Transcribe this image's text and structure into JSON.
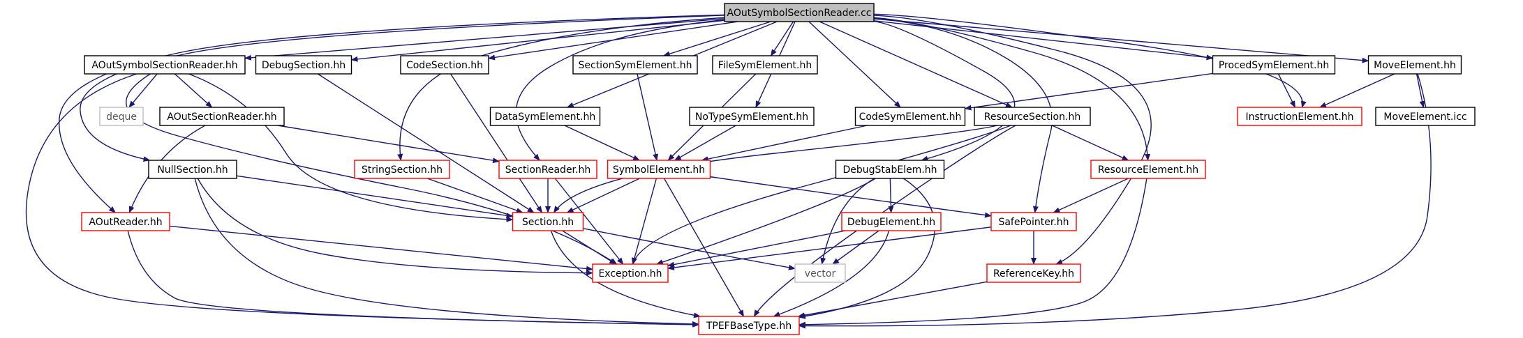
{
  "diagram": {
    "colors": {
      "edge": "#191970",
      "root_fill": "#bfbfbf",
      "root_border": "#000000",
      "normal_border": "#000000",
      "red_border": "#ff0000",
      "external_border": "#bfbfbf",
      "node_fill": "#ffffff"
    },
    "nodes": [
      {
        "id": "root",
        "label": "AOutSymbolSectionReader.cc",
        "style": "root"
      },
      {
        "id": "aosr_hh",
        "label": "AOutSymbolSectionReader.hh",
        "style": "normal"
      },
      {
        "id": "debugsection",
        "label": "DebugSection.hh",
        "style": "normal"
      },
      {
        "id": "codesection",
        "label": "CodeSection.hh",
        "style": "normal"
      },
      {
        "id": "sectionsym",
        "label": "SectionSymElement.hh",
        "style": "normal"
      },
      {
        "id": "filesym",
        "label": "FileSymElement.hh",
        "style": "normal"
      },
      {
        "id": "procedsym",
        "label": "ProcedSymElement.hh",
        "style": "normal"
      },
      {
        "id": "moveelement",
        "label": "MoveElement.hh",
        "style": "normal"
      },
      {
        "id": "deque",
        "label": "deque",
        "style": "external"
      },
      {
        "id": "aoutsectionreader",
        "label": "AOutSectionReader.hh",
        "style": "normal"
      },
      {
        "id": "datasym",
        "label": "DataSymElement.hh",
        "style": "normal"
      },
      {
        "id": "notypesym",
        "label": "NoTypeSymElement.hh",
        "style": "normal"
      },
      {
        "id": "codesym",
        "label": "CodeSymElement.hh",
        "style": "normal"
      },
      {
        "id": "resourcesection",
        "label": "ResourceSection.hh",
        "style": "normal"
      },
      {
        "id": "instructionelement",
        "label": "InstructionElement.hh",
        "style": "red"
      },
      {
        "id": "moveelement_icc",
        "label": "MoveElement.icc",
        "style": "normal"
      },
      {
        "id": "nullsection",
        "label": "NullSection.hh",
        "style": "normal"
      },
      {
        "id": "stringsection",
        "label": "StringSection.hh",
        "style": "red"
      },
      {
        "id": "sectionreader",
        "label": "SectionReader.hh",
        "style": "red"
      },
      {
        "id": "symbolelement",
        "label": "SymbolElement.hh",
        "style": "red"
      },
      {
        "id": "debugstab",
        "label": "DebugStabElem.hh",
        "style": "normal"
      },
      {
        "id": "resourceelement",
        "label": "ResourceElement.hh",
        "style": "red"
      },
      {
        "id": "aoutreader",
        "label": "AOutReader.hh",
        "style": "red"
      },
      {
        "id": "section",
        "label": "Section.hh",
        "style": "red"
      },
      {
        "id": "debugelement",
        "label": "DebugElement.hh",
        "style": "red"
      },
      {
        "id": "safepointer",
        "label": "SafePointer.hh",
        "style": "red"
      },
      {
        "id": "exception",
        "label": "Exception.hh",
        "style": "red"
      },
      {
        "id": "vector",
        "label": "vector",
        "style": "external"
      },
      {
        "id": "referencekey",
        "label": "ReferenceKey.hh",
        "style": "red"
      },
      {
        "id": "tpefbasetype",
        "label": "TPEFBaseType.hh",
        "style": "red"
      }
    ],
    "edges": [
      {
        "from": "root",
        "to": "aosr_hh"
      },
      {
        "from": "root",
        "to": "debugsection"
      },
      {
        "from": "root",
        "to": "codesection"
      },
      {
        "from": "root",
        "to": "sectionsym"
      },
      {
        "from": "root",
        "to": "filesym"
      },
      {
        "from": "root",
        "to": "procedsym"
      },
      {
        "from": "root",
        "to": "moveelement"
      },
      {
        "from": "root",
        "to": "datasym"
      },
      {
        "from": "root",
        "to": "notypesym"
      },
      {
        "from": "root",
        "to": "codesym"
      },
      {
        "from": "root",
        "to": "resourcesection"
      },
      {
        "from": "root",
        "to": "instructionelement"
      },
      {
        "from": "root",
        "to": "nullsection"
      },
      {
        "from": "root",
        "to": "stringsection"
      },
      {
        "from": "root",
        "to": "sectionreader"
      },
      {
        "from": "root",
        "to": "debugstab"
      },
      {
        "from": "root",
        "to": "resourceelement"
      },
      {
        "from": "root",
        "to": "aoutreader"
      },
      {
        "from": "root",
        "to": "safepointer"
      },
      {
        "from": "root",
        "to": "referencekey"
      },
      {
        "from": "aosr_hh",
        "to": "deque"
      },
      {
        "from": "aosr_hh",
        "to": "aoutsectionreader"
      },
      {
        "from": "aosr_hh",
        "to": "section"
      },
      {
        "from": "aosr_hh",
        "to": "exception"
      },
      {
        "from": "aosr_hh",
        "to": "tpefbasetype"
      },
      {
        "from": "aoutsectionreader",
        "to": "sectionreader"
      },
      {
        "from": "aoutsectionreader",
        "to": "aoutreader"
      },
      {
        "from": "debugsection",
        "to": "section"
      },
      {
        "from": "codesection",
        "to": "section"
      },
      {
        "from": "sectionsym",
        "to": "symbolelement"
      },
      {
        "from": "filesym",
        "to": "symbolelement"
      },
      {
        "from": "procedsym",
        "to": "codesym"
      },
      {
        "from": "procedsym",
        "to": "instructionelement"
      },
      {
        "from": "moveelement",
        "to": "instructionelement"
      },
      {
        "from": "moveelement",
        "to": "moveelement_icc"
      },
      {
        "from": "moveelement",
        "to": "tpefbasetype"
      },
      {
        "from": "datasym",
        "to": "symbolelement"
      },
      {
        "from": "notypesym",
        "to": "symbolelement"
      },
      {
        "from": "codesym",
        "to": "symbolelement"
      },
      {
        "from": "resourcesection",
        "to": "resourceelement"
      },
      {
        "from": "resourcesection",
        "to": "section"
      },
      {
        "from": "resourcesection",
        "to": "exception"
      },
      {
        "from": "resourcesection",
        "to": "tpefbasetype"
      },
      {
        "from": "nullsection",
        "to": "section"
      },
      {
        "from": "nullsection",
        "to": "exception"
      },
      {
        "from": "nullsection",
        "to": "tpefbasetype"
      },
      {
        "from": "stringsection",
        "to": "section"
      },
      {
        "from": "sectionreader",
        "to": "section"
      },
      {
        "from": "sectionreader",
        "to": "exception"
      },
      {
        "from": "symbolelement",
        "to": "section"
      },
      {
        "from": "symbolelement",
        "to": "exception"
      },
      {
        "from": "symbolelement",
        "to": "safepointer"
      },
      {
        "from": "symbolelement",
        "to": "tpefbasetype"
      },
      {
        "from": "debugstab",
        "to": "debugelement"
      },
      {
        "from": "debugstab",
        "to": "exception"
      },
      {
        "from": "debugstab",
        "to": "vector"
      },
      {
        "from": "debugstab",
        "to": "tpefbasetype"
      },
      {
        "from": "resourceelement",
        "to": "safepointer"
      },
      {
        "from": "resourceelement",
        "to": "tpefbasetype"
      },
      {
        "from": "aoutreader",
        "to": "exception"
      },
      {
        "from": "aoutreader",
        "to": "tpefbasetype"
      },
      {
        "from": "section",
        "to": "exception"
      },
      {
        "from": "section",
        "to": "vector"
      },
      {
        "from": "section",
        "to": "tpefbasetype"
      },
      {
        "from": "debugelement",
        "to": "exception"
      },
      {
        "from": "debugelement",
        "to": "vector"
      },
      {
        "from": "debugelement",
        "to": "tpefbasetype"
      },
      {
        "from": "safepointer",
        "to": "exception"
      },
      {
        "from": "safepointer",
        "to": "referencekey"
      },
      {
        "from": "referencekey",
        "to": "tpefbasetype"
      }
    ]
  }
}
